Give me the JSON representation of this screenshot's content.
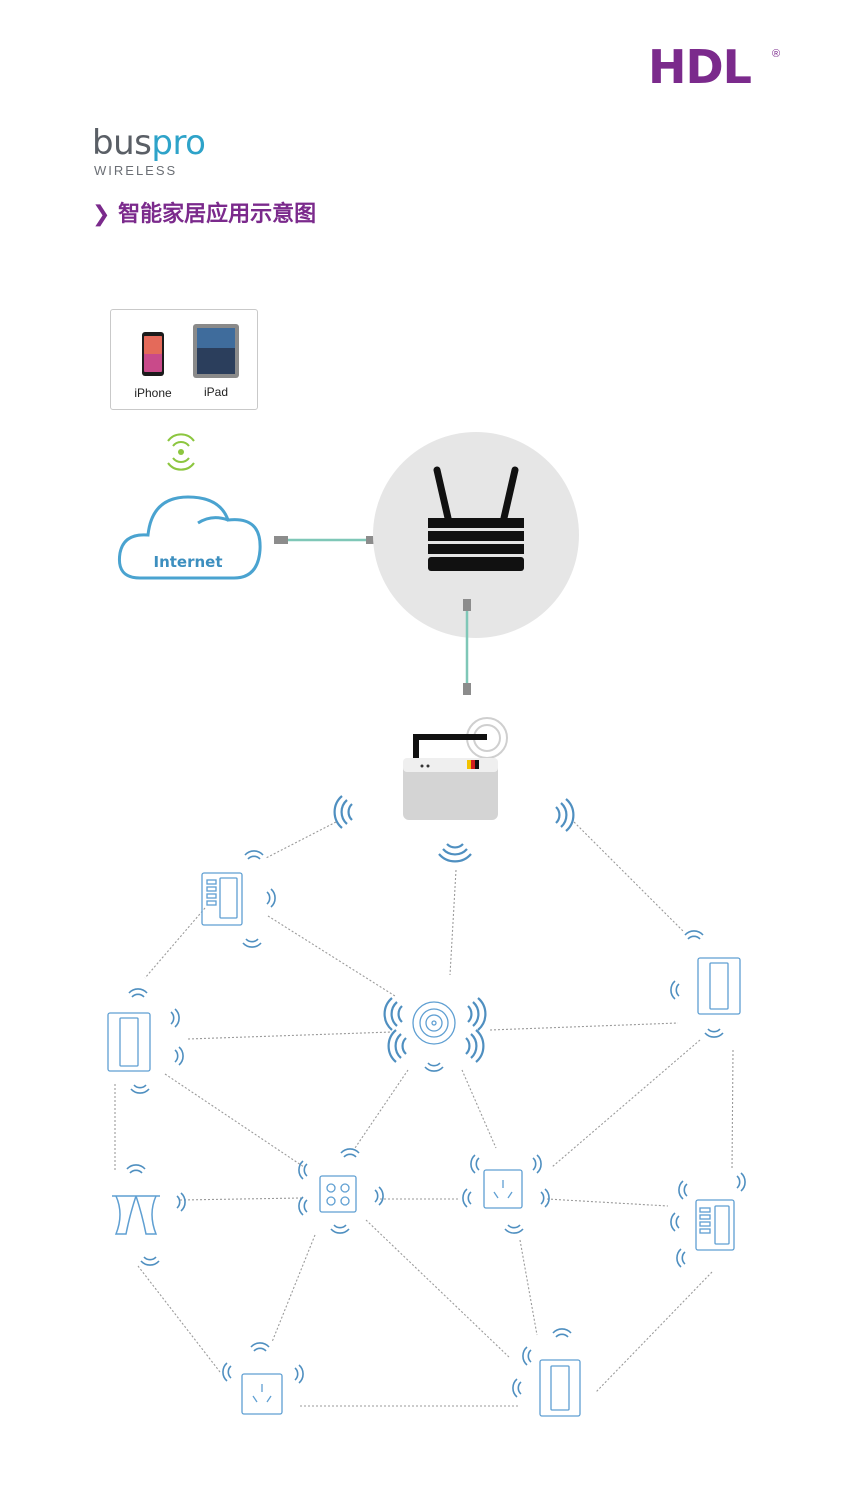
{
  "brand": {
    "logo": "HDL",
    "registered": "®",
    "color": "#7b2a8c"
  },
  "product": {
    "name_part1": "bus",
    "name_part2": "pro",
    "tagline": "WIRELESS"
  },
  "diagram_title": "智能家居应用示意图",
  "title_marker": "❯",
  "devices": {
    "phone_label": "iPhone",
    "tablet_label": "iPad"
  },
  "cloud_label": "Internet",
  "colors": {
    "link_line": "#7fc7b7",
    "wireless_blue": "#4f8fc0",
    "device_stroke": "#5f9fd2",
    "cloud": "#4aa3d0",
    "signal_green": "#8cc63f",
    "router_circle": "#e6e6e6",
    "mesh_line": "#9a9a9a"
  },
  "icons": [
    "iphone-icon",
    "ipad-icon",
    "wifi-signal-icon",
    "cloud-icon",
    "router-icon",
    "wireless-gateway-icon",
    "panel-switch-icon",
    "sensor-icon",
    "socket-icon",
    "curtain-icon",
    "scene-button-icon"
  ]
}
